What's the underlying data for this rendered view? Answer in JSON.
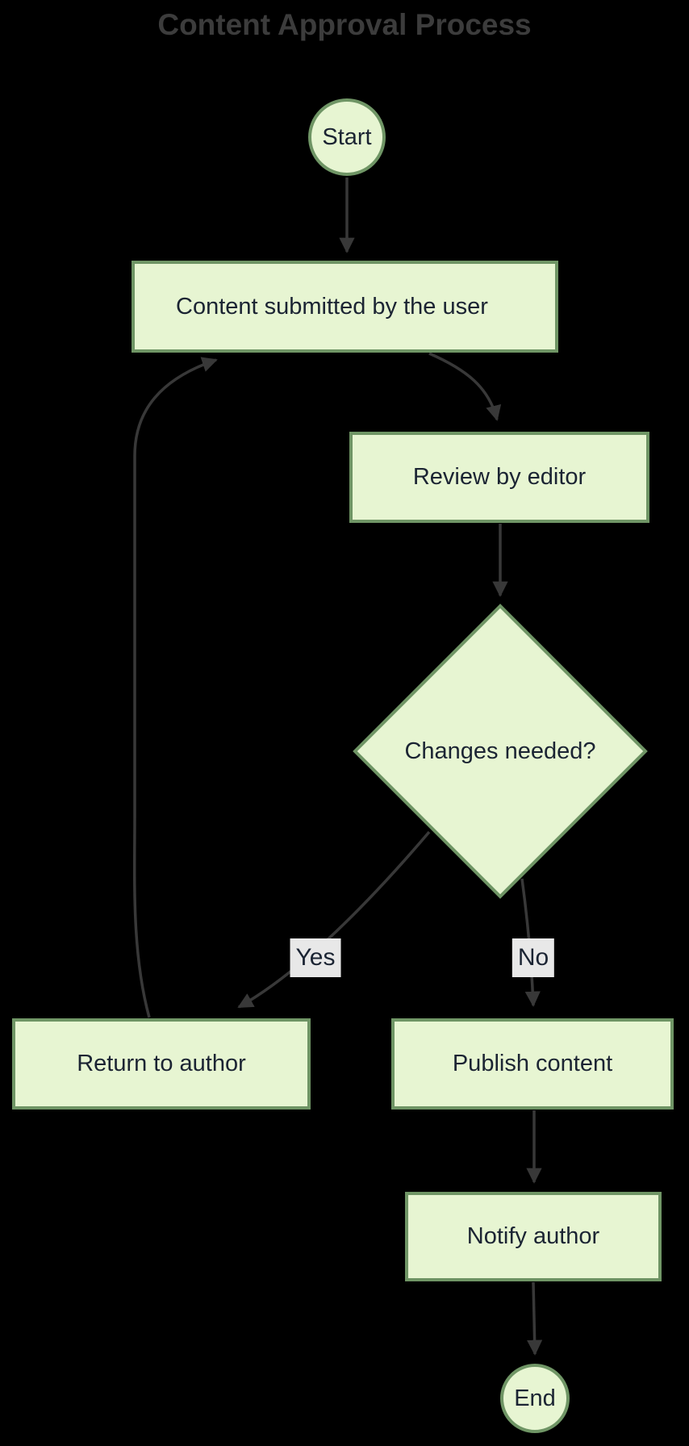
{
  "title": "Content Approval Process",
  "colors": {
    "background": "#000000",
    "node_fill": "#e7f5d2",
    "node_border": "#6f9565",
    "node_text": "#1b2433",
    "edge_line": "#383838",
    "edge_label_bg": "#e8e8e8",
    "title_text": "#3c3c3c"
  },
  "nodes": {
    "start": {
      "label": "Start",
      "shape": "circle"
    },
    "submit": {
      "label": "Content submitted by the user",
      "shape": "rect"
    },
    "review": {
      "label": "Review by editor",
      "shape": "rect"
    },
    "decision": {
      "label": "Changes needed?",
      "shape": "diamond"
    },
    "return": {
      "label": "Return to author",
      "shape": "rect"
    },
    "publish": {
      "label": "Publish content",
      "shape": "rect"
    },
    "notify": {
      "label": "Notify author",
      "shape": "rect"
    },
    "end": {
      "label": "End",
      "shape": "circle"
    }
  },
  "edge_labels": {
    "yes": "Yes",
    "no": "No"
  },
  "edges": [
    {
      "from": "start",
      "to": "submit",
      "label": ""
    },
    {
      "from": "submit",
      "to": "review",
      "label": ""
    },
    {
      "from": "review",
      "to": "decision",
      "label": ""
    },
    {
      "from": "decision",
      "to": "return",
      "label": "Yes"
    },
    {
      "from": "decision",
      "to": "publish",
      "label": "No"
    },
    {
      "from": "return",
      "to": "submit",
      "label": ""
    },
    {
      "from": "publish",
      "to": "notify",
      "label": ""
    },
    {
      "from": "notify",
      "to": "end",
      "label": ""
    }
  ]
}
